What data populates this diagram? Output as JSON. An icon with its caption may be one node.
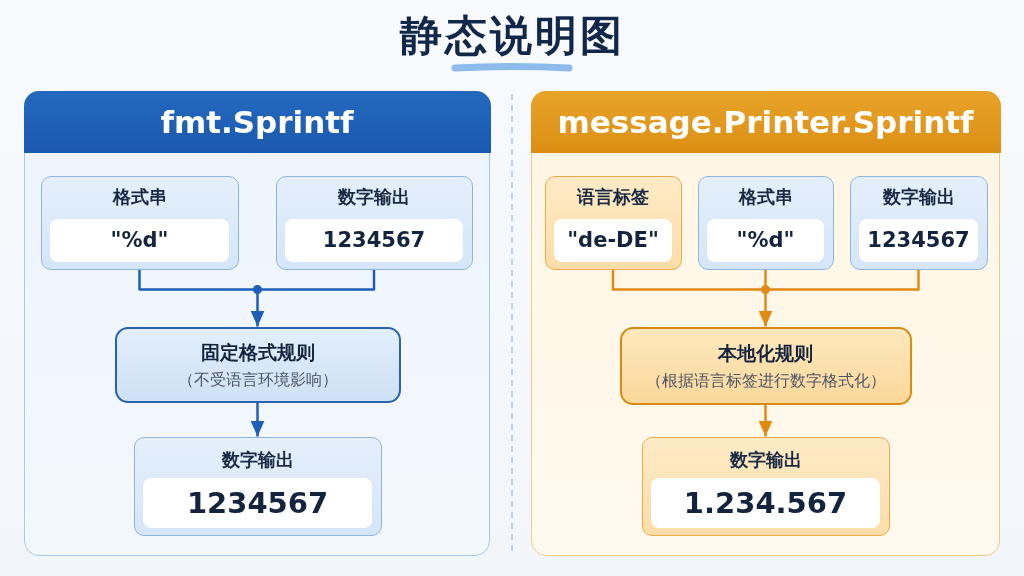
{
  "diagram": {
    "title": "静态说明图",
    "nodes": [
      {
        "text": [
          "fmt.Sprintf"
        ]
      },
      {
        "text": [
          "格式串",
          "\"%d\""
        ],
        "in": 0
      },
      {
        "text": [
          "数字输出",
          "1234567"
        ],
        "in": 0
      },
      {
        "text": [
          "固定格式规则",
          "（不受语言环境影响）"
        ],
        "in": 0
      },
      {
        "text": [
          "数字输出",
          "1234567"
        ],
        "in": 0
      },
      {
        "text": [
          "message.Printer.Sprintf"
        ]
      },
      {
        "text": [
          "语言标签",
          "\"de-DE\""
        ],
        "in": 5
      },
      {
        "text": [
          "格式串",
          "\"%d\""
        ],
        "in": 5
      },
      {
        "text": [
          "数字输出",
          "1234567"
        ],
        "in": 5
      },
      {
        "text": [
          "本地化规则",
          "（根据语言标签进行数字格式化）"
        ],
        "in": 5
      },
      {
        "text": [
          "数字输出",
          "1.234.567"
        ],
        "in": 5
      }
    ],
    "edges": [
      {
        "from": 1,
        "to": 3,
        "arrow": "to",
        "color": "#1d5fb8"
      },
      {
        "from": 2,
        "to": 3,
        "arrow": "to",
        "color": "#1d5fb8"
      },
      {
        "from": 3,
        "to": 4,
        "arrow": "to",
        "color": "#1d5fb8"
      },
      {
        "from": 6,
        "to": 9,
        "arrow": "to"
      },
      {
        "from": 7,
        "to": 9,
        "arrow": "to"
      },
      {
        "from": 8,
        "to": 9,
        "arrow": "to"
      },
      {
        "from": 9,
        "to": 10,
        "arrow": "to"
      }
    ]
  }
}
